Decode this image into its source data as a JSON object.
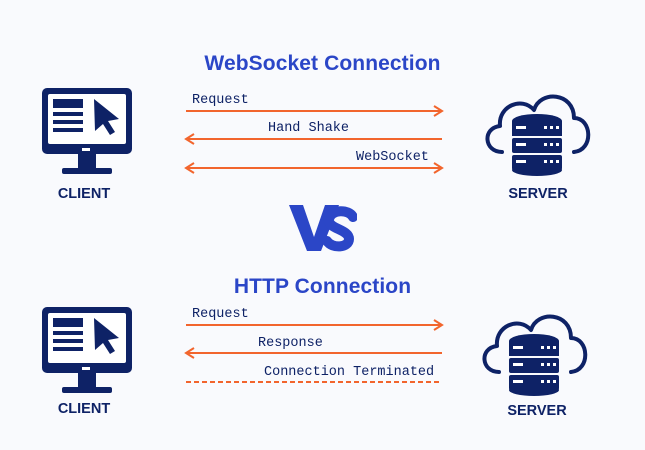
{
  "colors": {
    "accent": "#2b46c7",
    "navy": "#0e2266",
    "arrow": "#f2652d",
    "background": "#f9fafd"
  },
  "websocket": {
    "title": "WebSocket Connection",
    "client_label": "CLIENT",
    "server_label": "SERVER",
    "messages": [
      {
        "label": "Request",
        "direction": "client-to-server",
        "style": "solid"
      },
      {
        "label": "Hand Shake",
        "direction": "server-to-client",
        "style": "solid"
      },
      {
        "label": "WebSocket",
        "direction": "bidirectional",
        "style": "solid"
      }
    ]
  },
  "vs": {
    "icon": "versus-icon"
  },
  "http": {
    "title": "HTTP Connection",
    "client_label": "CLIENT",
    "server_label": "SERVER",
    "messages": [
      {
        "label": "Request",
        "direction": "client-to-server",
        "style": "solid"
      },
      {
        "label": "Response",
        "direction": "server-to-client",
        "style": "solid"
      },
      {
        "label": "Connection Terminated",
        "direction": "none",
        "style": "dashed"
      }
    ]
  }
}
